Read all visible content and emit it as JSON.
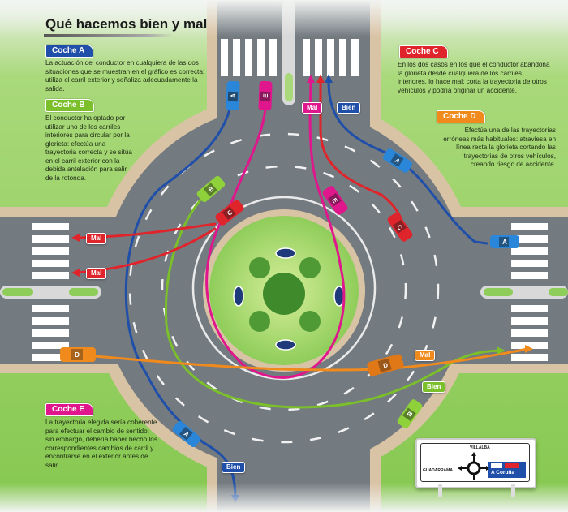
{
  "title": "Qué hacemos bien y mal",
  "colors": {
    "coche_a": "#1f4fa8",
    "coche_b": "#7bbf2a",
    "coche_c": "#e0242b",
    "coche_d": "#f08a1c",
    "coche_e": "#e0168c",
    "grass": "#8fcf5a",
    "road": "#6f777d",
    "sidewalk": "#d9c3a5"
  },
  "coches": [
    {
      "id": "A",
      "label": "Coche A",
      "text": "La actuación del conductor en cualquiera de las dos situaciones que se muestran en el gráfico es correcta: utiliza el carril exterior y señaliza adecuadamente la salida."
    },
    {
      "id": "B",
      "label": "Coche B",
      "text": "El conductor ha optado por utilizar uno de los carriles interiores para circular por la glorieta: efectúa una trayectoria correcta y se sitúa en el carril exterior con la debida antelación para salir de la rotonda."
    },
    {
      "id": "C",
      "label": "Coche C",
      "text": "En los dos casos en los que el conductor abandona la glorieta desde cualquiera de los carriles interiores, lo hace mal: corta la trayectoria de otros vehículos y podría originar un accidente."
    },
    {
      "id": "D",
      "label": "Coche D",
      "text": "Efectúa una de las trayectorias erróneas más habituales: atraviesa en línea recta la glorieta cortando las trayectorias de otros vehículos, creando riesgo de accidente."
    },
    {
      "id": "E",
      "label": "Coche E",
      "text": "La trayectoria elegida sería coherente para efectuar el cambio de sentido; sin embargo, debería haber hecho los correspondientes cambios de carril y encontrarse en el exterior antes de salir."
    }
  ],
  "pills": {
    "top_mal": "Mal",
    "top_bien": "Bien",
    "left_mal_1": "Mal",
    "left_mal_2": "Mal",
    "right_mal": "Mal",
    "right_bien": "Bien",
    "bottom_bien": "Bien"
  },
  "car_letters": {
    "A": "A",
    "B": "B",
    "C": "C",
    "D": "D",
    "E": "E"
  },
  "sign": {
    "top": "VILLALBA",
    "left": "GUADARRAMA",
    "right": "A Coruña"
  }
}
